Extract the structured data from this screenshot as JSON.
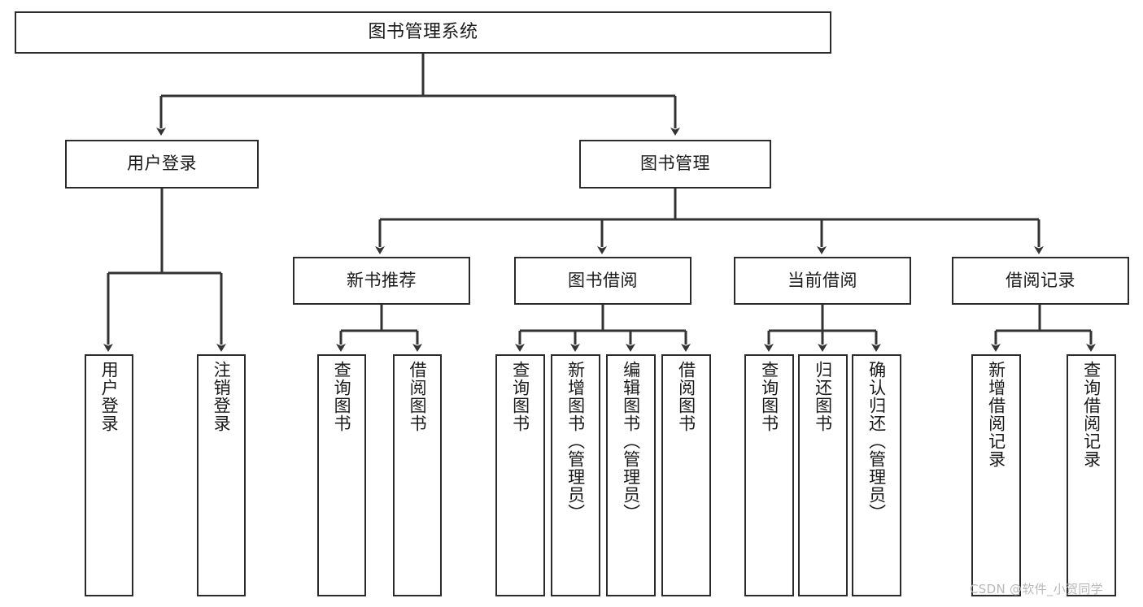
{
  "diagram": {
    "title": "图书管理系统",
    "type": "tree-hierarchy-chart",
    "orientation": "top-down",
    "colors": {
      "box_border": "#2b2b2b",
      "box_fill": "#ffffff",
      "edge": "#333333",
      "text": "#1a1a1a",
      "watermark": "#b9b9b9",
      "background": "#ffffff"
    },
    "root": {
      "label": "图书管理系统"
    },
    "level1": [
      {
        "label": "用户登录"
      },
      {
        "label": "图书管理"
      }
    ],
    "level2": [
      {
        "label": "新书推荐"
      },
      {
        "label": "图书借阅"
      },
      {
        "label": "当前借阅"
      },
      {
        "label": "借阅记录"
      }
    ],
    "leaves": {
      "user_login": [
        {
          "label": "用户登录"
        },
        {
          "label": "注销登录"
        }
      ],
      "new_book_recommend": [
        {
          "label": "查询图书"
        },
        {
          "label": "借阅图书"
        }
      ],
      "book_borrow": [
        {
          "label": "查询图书"
        },
        {
          "label": "新增图书（管理员）"
        },
        {
          "label": "编辑图书（管理员）"
        },
        {
          "label": "借阅图书"
        }
      ],
      "current_borrow": [
        {
          "label": "查询图书"
        },
        {
          "label": "归还图书"
        },
        {
          "label": "确认归还（管理员）"
        }
      ],
      "borrow_record": [
        {
          "label": "新增借阅记录"
        },
        {
          "label": "查询借阅记录"
        }
      ]
    }
  },
  "watermark": {
    "text": "CSDN @软件_小贺同学"
  }
}
